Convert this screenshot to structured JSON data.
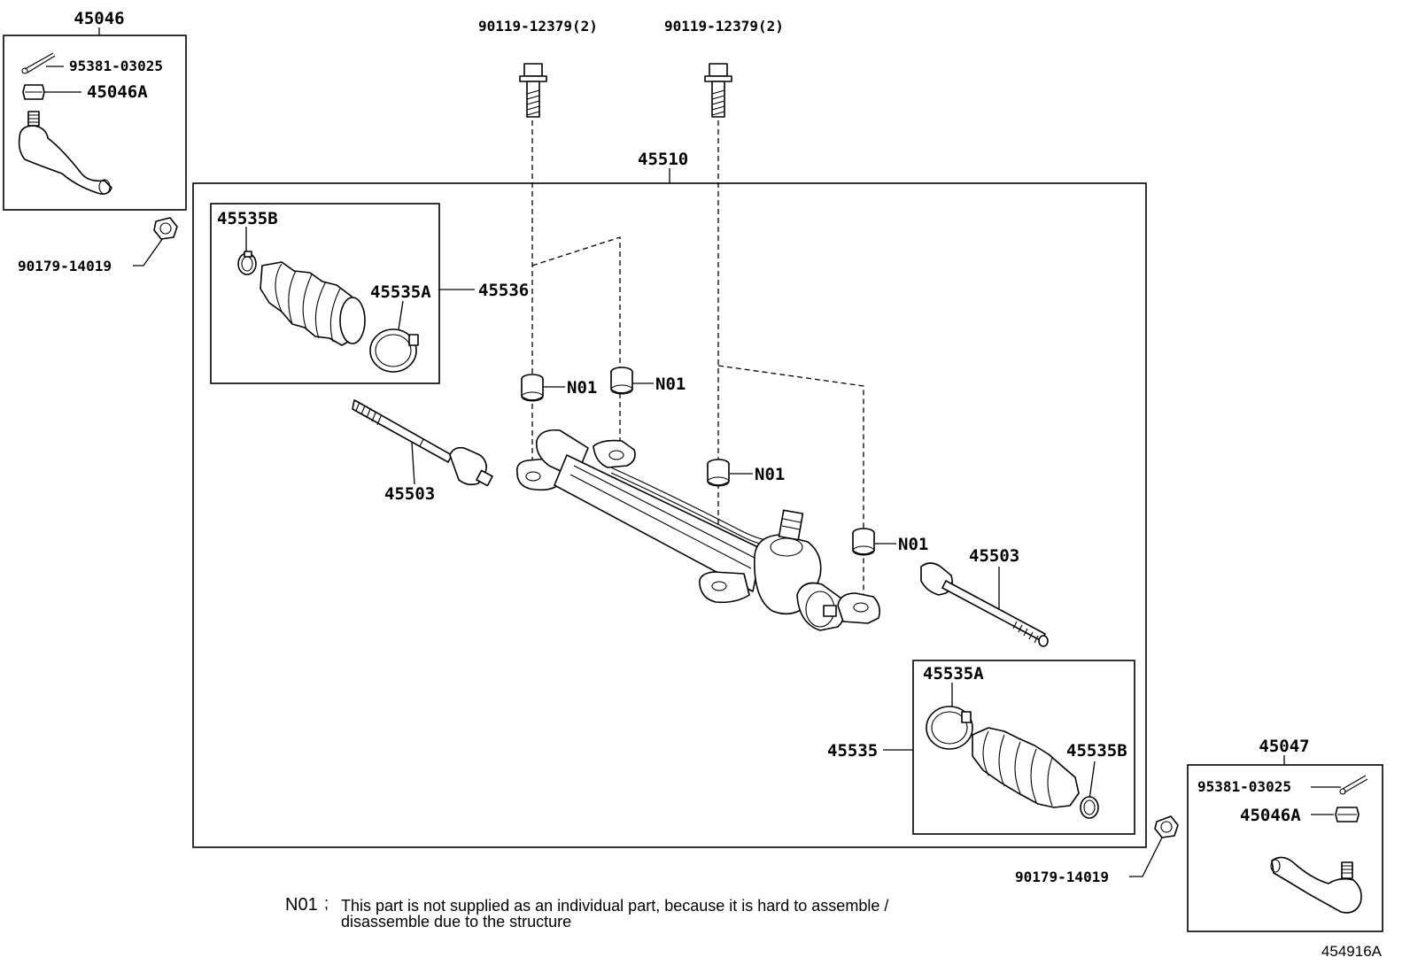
{
  "labels": {
    "tie_rod_end_left_assy": "45046",
    "cotter_pin_left": "95381-03025",
    "nut_left": "45046A",
    "nut_90179_left": "90179-14019",
    "bolt_left": "90119-12379(2)",
    "bolt_right": "90119-12379(2)",
    "gear_assy": "45510",
    "boot_clamp_b_left": "45535B",
    "boot_clamp_a_left": "45535A",
    "boot_kit_left": "45536",
    "rack_end_left": "45503",
    "n01_1": "N01",
    "n01_2": "N01",
    "n01_3": "N01",
    "n01_4": "N01",
    "rack_end_right": "45503",
    "boot_clamp_a_right": "45535A",
    "boot_kit_right": "45535",
    "boot_clamp_b_right": "45535B",
    "tie_rod_end_right_assy": "45047",
    "cotter_pin_right": "95381-03025",
    "nut_right": "45046A",
    "nut_90179_right": "90179-14019",
    "figure_id": "454916A"
  },
  "note": {
    "code": "N01",
    "separator": ";",
    "line1": "This part is not supplied as an individual part, because it is hard to assemble /",
    "line2": "disassemble due to the structure"
  }
}
